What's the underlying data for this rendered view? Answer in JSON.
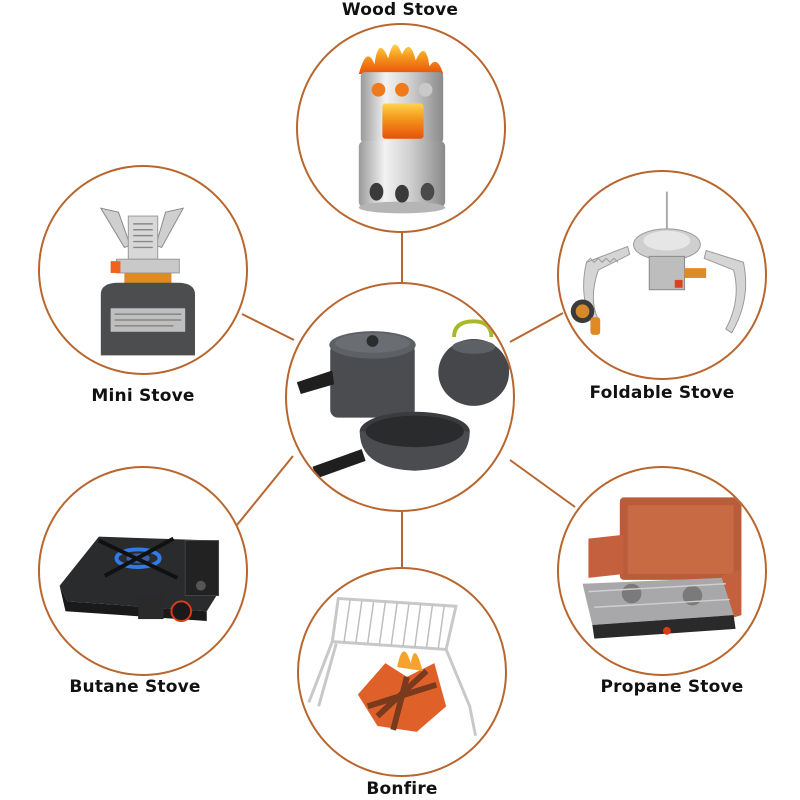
{
  "diagram": {
    "accent_color": "#b8662e",
    "center": {
      "name": "Camping Cookware Set",
      "icon": "cookware-set-icon"
    },
    "nodes": [
      {
        "id": "wood-stove",
        "label": "Wood Stove",
        "icon": "wood-stove-icon"
      },
      {
        "id": "mini-stove",
        "label": "Mini Stove",
        "icon": "mini-stove-icon"
      },
      {
        "id": "foldable-stove",
        "label": "Foldable Stove",
        "icon": "foldable-stove-icon"
      },
      {
        "id": "butane-stove",
        "label": "Butane Stove",
        "icon": "butane-stove-icon"
      },
      {
        "id": "propane-stove",
        "label": "Propane Stove",
        "icon": "propane-stove-icon"
      },
      {
        "id": "bonfire",
        "label": "Bonfire",
        "icon": "bonfire-icon"
      }
    ]
  }
}
